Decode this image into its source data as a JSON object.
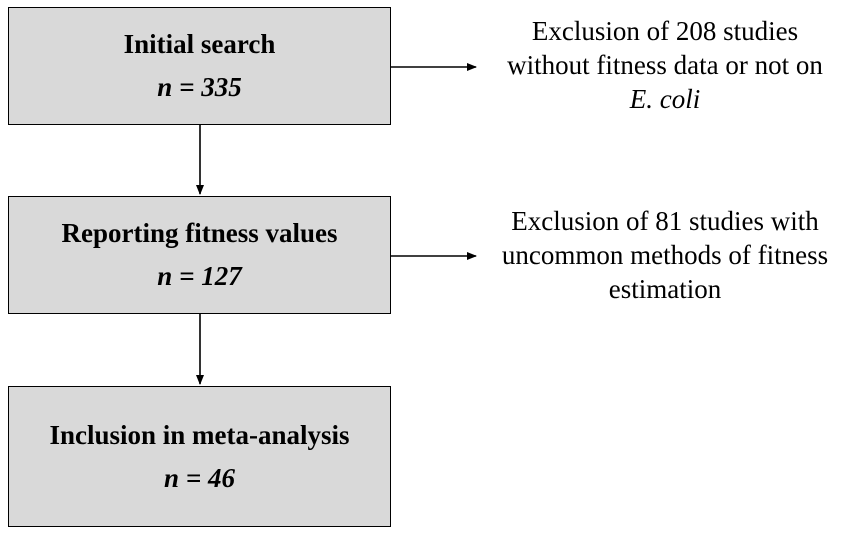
{
  "colors": {
    "box_fill": "#d9d9d9",
    "line": "#000000"
  },
  "steps": [
    {
      "title": "Initial search",
      "count": "n = 335"
    },
    {
      "title": "Reporting fitness values",
      "count": "n = 127"
    },
    {
      "title": "Inclusion in meta-analysis",
      "count": "n = 46"
    }
  ],
  "exclusions": [
    {
      "lines": [
        "Exclusion of 208 studies",
        "without fitness data or not on"
      ],
      "italic_line": "E. coli"
    },
    {
      "lines": [
        "Exclusion of 81 studies with",
        "uncommon methods of fitness",
        "estimation"
      ]
    }
  ]
}
